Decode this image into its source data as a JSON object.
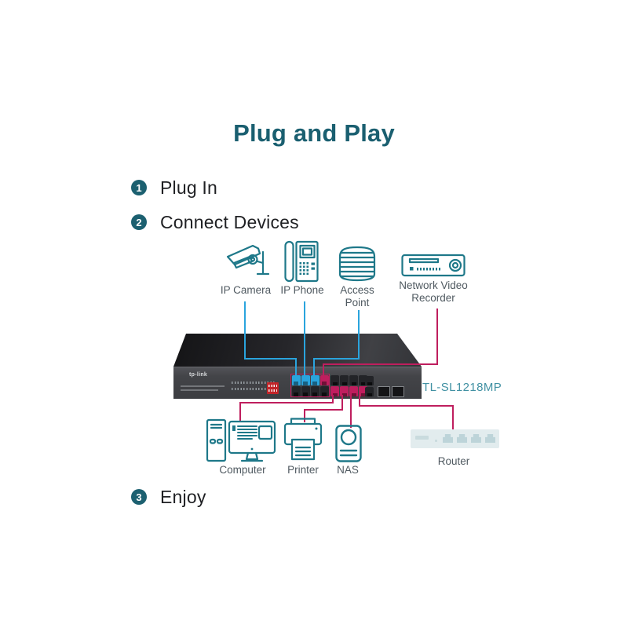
{
  "title": "Plug and Play",
  "steps": [
    {
      "num": "1",
      "label": "Plug In"
    },
    {
      "num": "2",
      "label": "Connect Devices"
    },
    {
      "num": "3",
      "label": "Enjoy"
    }
  ],
  "top_devices": [
    {
      "label": "IP Camera"
    },
    {
      "label": "IP Phone"
    },
    {
      "label": "Access Point"
    },
    {
      "label": "Network Video Recorder"
    }
  ],
  "bottom_devices": [
    {
      "label": "Computer"
    },
    {
      "label": "Printer"
    },
    {
      "label": "NAS"
    },
    {
      "label": "Router"
    }
  ],
  "switch": {
    "model": "TL-SL1218MP",
    "logo": "tp-link",
    "port_groups": [
      {
        "top": [
          "blue",
          "blue",
          "blue",
          "magenta"
        ],
        "bottom": [
          "dark",
          "dark",
          "dark",
          "dark"
        ],
        "outlined": true
      },
      {
        "top": [
          "dark",
          "dark",
          "dark",
          "dark"
        ],
        "bottom": [
          "magenta",
          "magenta",
          "magenta",
          "magenta"
        ],
        "outlined": false
      }
    ]
  },
  "colors": {
    "title_teal": "#1a5f70",
    "step_circle_teal": "#1c6070",
    "icon_teal": "#1e7889",
    "cable_blue": "#2aa4dd",
    "cable_magenta": "#bf1e5e",
    "device_label_gray": "#4f5960",
    "model_label_teal": "#4191a3",
    "switch_body_dark": "#3c3d41"
  }
}
